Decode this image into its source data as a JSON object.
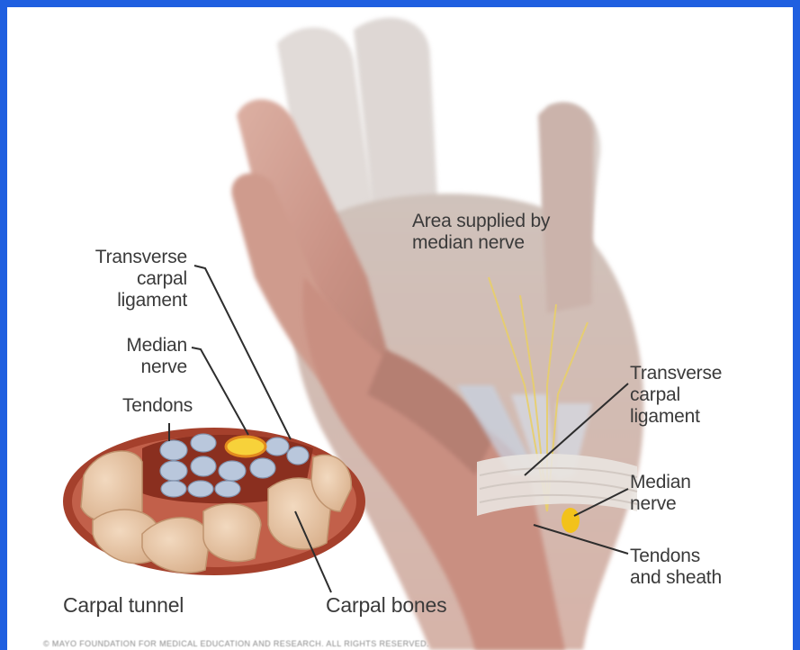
{
  "labels": {
    "area_supplied": [
      "Area supplied by",
      "median nerve"
    ],
    "left_transverse": [
      "Transverse",
      "carpal",
      "ligament"
    ],
    "left_median": [
      "Median",
      "nerve"
    ],
    "left_tendons": "Tendons",
    "carpal_tunnel": "Carpal tunnel",
    "carpal_bones": "Carpal bones",
    "right_transverse": [
      "Transverse",
      "carpal",
      "ligament"
    ],
    "right_median": [
      "Median",
      "nerve"
    ],
    "right_tendons": [
      "Tendons",
      "and sheath"
    ]
  },
  "copyright": "© MAYO FOUNDATION FOR MEDICAL EDUCATION AND RESEARCH. ALL RIGHTS RESERVED.",
  "colors": {
    "frame": "#1f5fe0",
    "skin": "#d9a89a",
    "skin_shadow": "#b98375",
    "bone": "#e9c8a8",
    "tunnel_red": "#a5402c",
    "nerve_yellow": "#f2c21b",
    "tendon_blue": "#b9c7dc",
    "label_text": "#3a3a3a"
  }
}
